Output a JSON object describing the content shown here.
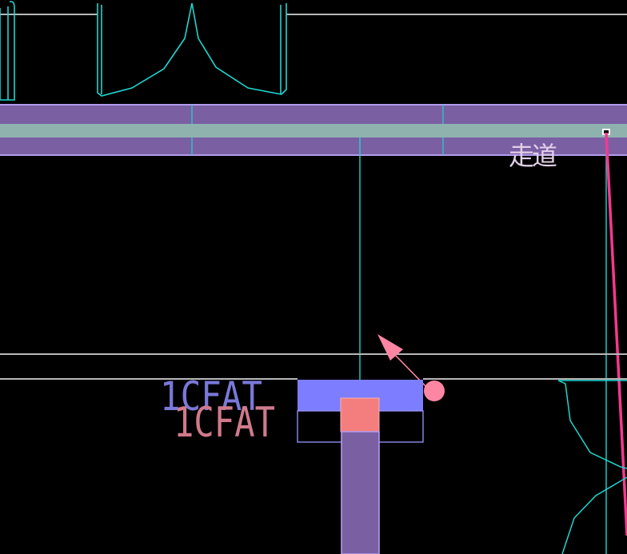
{
  "canvas": {
    "background": "#000000"
  },
  "labels": {
    "corridor": "走道",
    "tag_blue": "1CFAT",
    "tag_red": "1CFAT"
  },
  "colors": {
    "cyan": "#1fd6cf",
    "gray": "#b8b8b8",
    "purple_fill": "#7a5fa3",
    "purple_edge": "#b39bec",
    "band_center": "#8fb2ae",
    "blue_fill": "#7d7dff",
    "salmon": "#f47e7e",
    "pink_arrow": "#ff86a3",
    "magenta_line": "#f5388f",
    "corridor_text": "#e2cfe8",
    "tag_blue_text": "#7a78d8",
    "tag_red_text": "#d07a8c"
  },
  "icons": {
    "grip": "square-grip-icon",
    "direction_arrow": "arrow-up-left-icon",
    "handle": "circle-handle-icon"
  }
}
